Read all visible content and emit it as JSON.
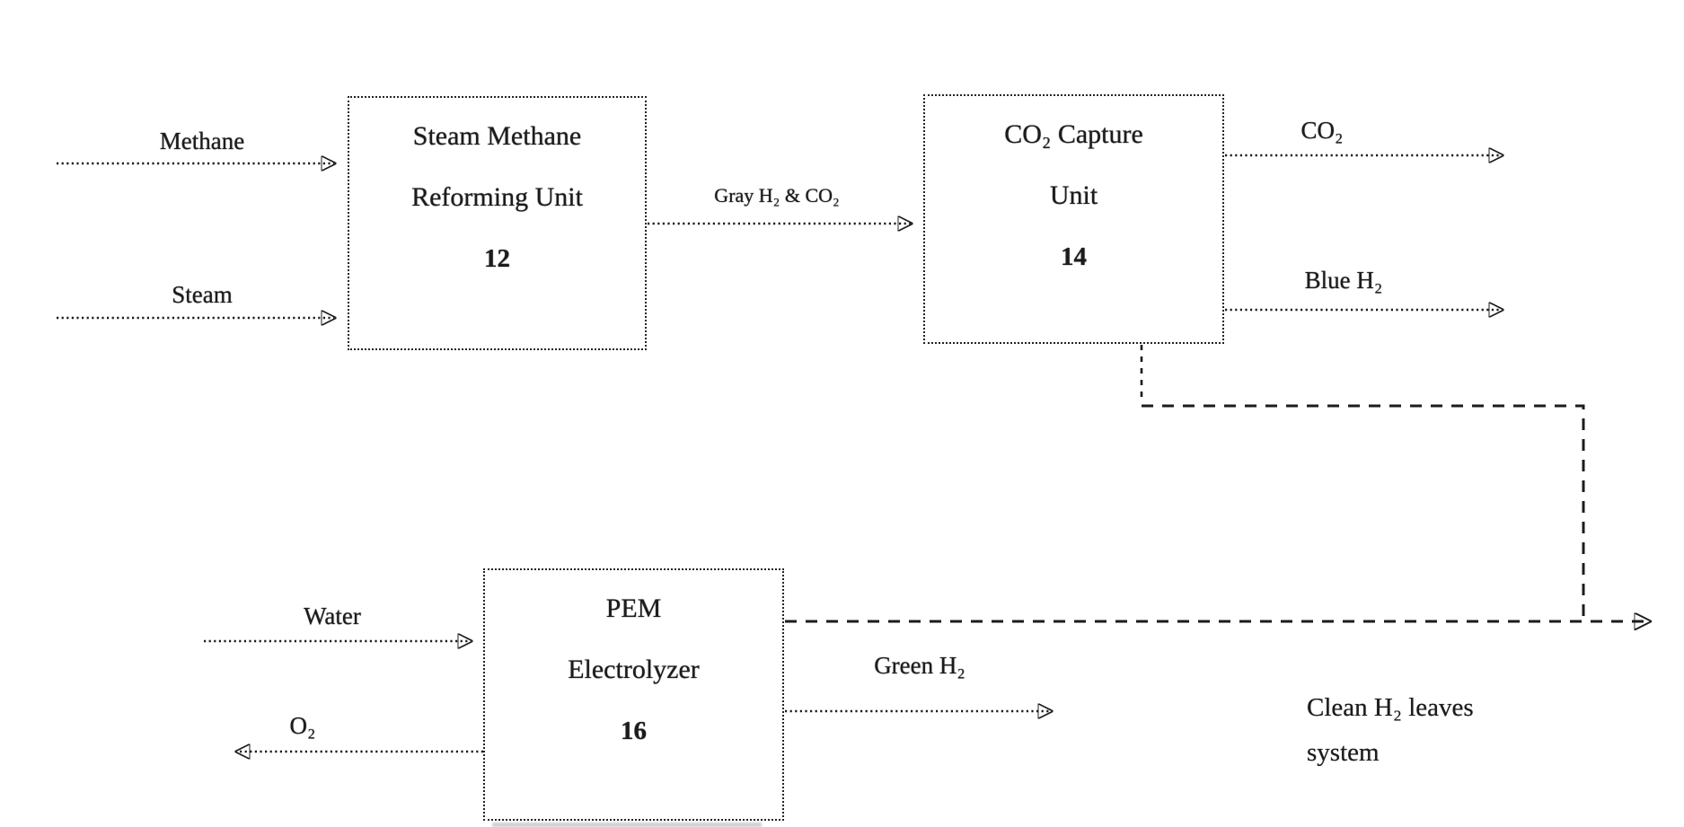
{
  "figure": {
    "background": "#ffffff",
    "ink": "#1c1c1c",
    "boxes": [
      {
        "name": "steam-methane-reforming-unit",
        "line1": "Steam Methane",
        "line2": "Reforming Unit",
        "ref": "12"
      },
      {
        "name": "co2-capture-unit",
        "line1": "CO₂ Capture",
        "line2": "Unit",
        "ref": "14"
      },
      {
        "name": "pem-electrolyzer",
        "line1": "PEM",
        "line2": "Electrolyzer",
        "ref": "16"
      }
    ],
    "stream_labels": {
      "methane": "Methane",
      "steam": "Steam",
      "gray_h2_co2": "Gray H₂ & CO₂",
      "co2": "CO₂",
      "blue_h2": "Blue H₂",
      "water": "Water",
      "o2": "O₂",
      "green_h2": "Green H₂"
    },
    "annotations": {
      "clean_h2_line1": "Clean H₂ leaves",
      "clean_h2_line2": "system"
    }
  }
}
